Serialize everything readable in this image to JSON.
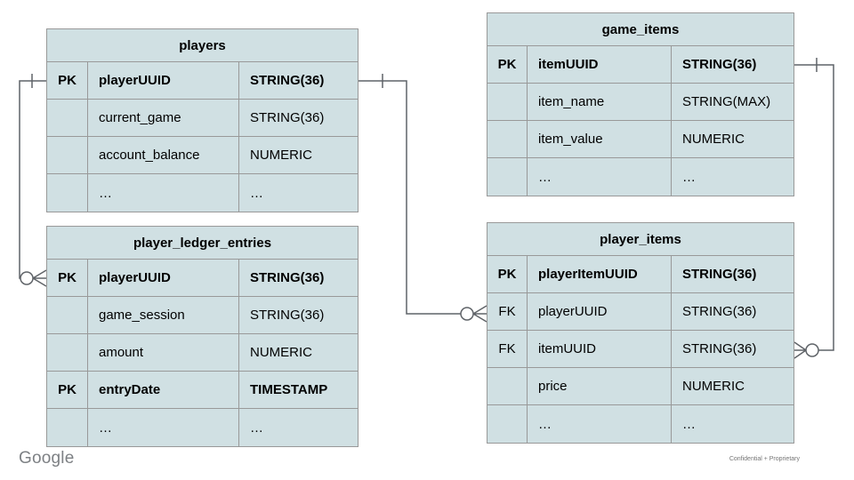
{
  "slide": {
    "footer_brand": "Google",
    "footer_note": "Confidential + Proprietary"
  },
  "colors": {
    "table_fill": "#d0e0e3",
    "table_border": "#999999",
    "connector_line": "#5f6368",
    "text": "#000000"
  },
  "tables": {
    "players": {
      "title": "players",
      "rows": [
        {
          "key": "PK",
          "name": "playerUUID",
          "type": "STRING(36)"
        },
        {
          "key": "",
          "name": "current_game",
          "type": "STRING(36)"
        },
        {
          "key": "",
          "name": "account_balance",
          "type": "NUMERIC"
        },
        {
          "key": "",
          "name": "…",
          "type": "…"
        }
      ]
    },
    "game_items": {
      "title": "game_items",
      "rows": [
        {
          "key": "PK",
          "name": "itemUUID",
          "type": "STRING(36)"
        },
        {
          "key": "",
          "name": "item_name",
          "type": "STRING(MAX)"
        },
        {
          "key": "",
          "name": "item_value",
          "type": "NUMERIC"
        },
        {
          "key": "",
          "name": "…",
          "type": "…"
        }
      ]
    },
    "player_ledger_entries": {
      "title": "player_ledger_entries",
      "rows": [
        {
          "key": "PK",
          "name": "playerUUID",
          "type": "STRING(36)"
        },
        {
          "key": "",
          "name": "game_session",
          "type": "STRING(36)"
        },
        {
          "key": "",
          "name": "amount",
          "type": "NUMERIC"
        },
        {
          "key": "PK",
          "name": "entryDate",
          "type": "TIMESTAMP"
        },
        {
          "key": "",
          "name": "…",
          "type": "…"
        }
      ]
    },
    "player_items": {
      "title": "player_items",
      "rows": [
        {
          "key": "PK",
          "name": "playerItemUUID",
          "type": "STRING(36)"
        },
        {
          "key": "FK",
          "name": "playerUUID",
          "type": "STRING(36)"
        },
        {
          "key": "FK",
          "name": "itemUUID",
          "type": "STRING(36)"
        },
        {
          "key": "",
          "name": "price",
          "type": "NUMERIC"
        },
        {
          "key": "",
          "name": "…",
          "type": "…"
        }
      ]
    }
  },
  "relationships": [
    {
      "from": "players.playerUUID",
      "from_cardinality": "one",
      "to": "player_ledger_entries.playerUUID",
      "to_cardinality": "zero-or-many"
    },
    {
      "from": "players.playerUUID",
      "from_cardinality": "one",
      "to": "player_items.playerUUID",
      "to_cardinality": "zero-or-many"
    },
    {
      "from": "game_items.itemUUID",
      "from_cardinality": "one",
      "to": "player_items.itemUUID",
      "to_cardinality": "zero-or-many"
    }
  ]
}
